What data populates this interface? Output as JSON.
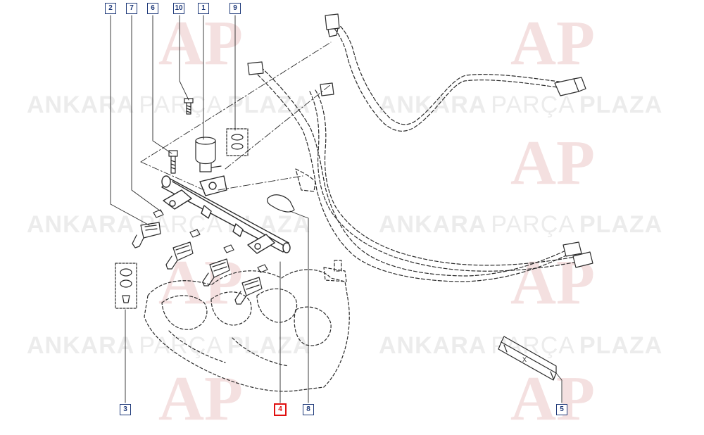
{
  "watermark": {
    "brand_a": "ANKARA",
    "brand_b": "PARÇA",
    "brand_c": "PLAZA",
    "logo": "AP"
  },
  "callouts": [
    {
      "id": "c2",
      "label": "2",
      "selected": false
    },
    {
      "id": "c7",
      "label": "7",
      "selected": false
    },
    {
      "id": "c6",
      "label": "6",
      "selected": false
    },
    {
      "id": "c10",
      "label": "10",
      "selected": false
    },
    {
      "id": "c1",
      "label": "1",
      "selected": false
    },
    {
      "id": "c9",
      "label": "9",
      "selected": false
    },
    {
      "id": "c3",
      "label": "3",
      "selected": false
    },
    {
      "id": "c4",
      "label": "4",
      "selected": true
    },
    {
      "id": "c8",
      "label": "8",
      "selected": false
    },
    {
      "id": "c5",
      "label": "5",
      "selected": false
    }
  ],
  "dimension_label": "X",
  "colors": {
    "callout": "#1f3a7a",
    "selected": "#e01010",
    "line": "#2a2a2a"
  }
}
